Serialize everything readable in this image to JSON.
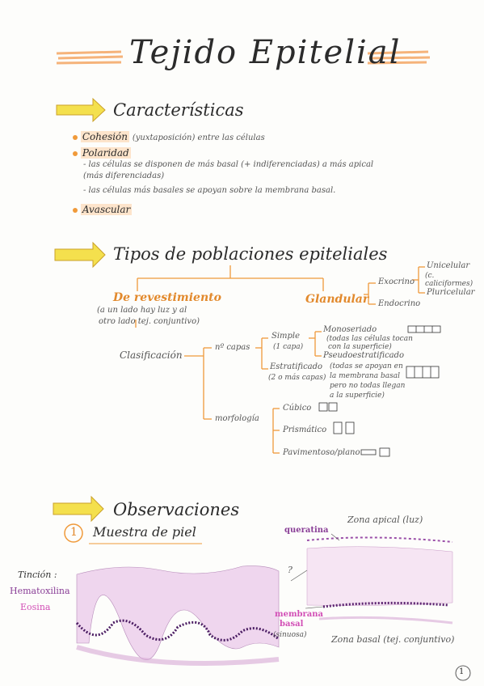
{
  "title": "Tejido Epitelial",
  "sections": {
    "caracteristicas": {
      "heading": "Características",
      "items": [
        {
          "label": "Cohesión",
          "note": "(yuxtaposición) entre las células"
        },
        {
          "label": "Polaridad",
          "subitems": [
            "- las células se disponen de más basal (+ indiferenciadas) a más apical",
            "(más diferenciadas)",
            "- las células más basales se apoyan sobre la membrana basal."
          ]
        },
        {
          "label": "Avascular"
        }
      ]
    },
    "tipos": {
      "heading": "Tipos de poblaciones epiteliales",
      "revestimiento": {
        "label": "De revestimiento",
        "note1": "(a un lado hay luz y al",
        "note2": "otro lado tej. conjuntivo)",
        "clasificacion": "Clasificación",
        "capas": "nº capas",
        "simple": "Simple",
        "simple_note": "(1 capa)",
        "estratificado": "Estratificado",
        "estratificado_note": "(2 o más capas)",
        "monoseriado": "Monoseriado",
        "monoseriado_note1": "(todas las células tocan",
        "monoseriado_note2": "con la superficie)",
        "pseudo": "Pseudoestratificado",
        "pseudo_notes": [
          "(todas se apoyan en",
          "la membrana basal",
          "pero no todas llegan",
          "a la superficie)"
        ],
        "morfologia": "morfología",
        "cubico": "Cúbico",
        "prismatico": "Prismático",
        "pavimentoso": "Pavimentoso/plano"
      },
      "glandular": {
        "label": "Glandular",
        "exocrino": "Exocrino",
        "unicelular": "Unicelular",
        "unicelular_note": "(c. caliciformes)",
        "pluricelular": "Pluricelular",
        "endocrino": "Endocrino"
      }
    },
    "observaciones": {
      "heading": "Observaciones",
      "number": "1",
      "muestra": "Muestra de piel",
      "tincion": "Tinción :",
      "hematoxilina": "Hematoxilina",
      "eosina": "Eosina",
      "zona_apical": "Zona apical (luz)",
      "queratina": "queratina",
      "membrana": "membrana",
      "basal": "basal",
      "sinuosa": "(sinuosa)",
      "zona_basal": "Zona basal (tej. conjuntivo)",
      "question": "?"
    }
  },
  "page_number": "1"
}
